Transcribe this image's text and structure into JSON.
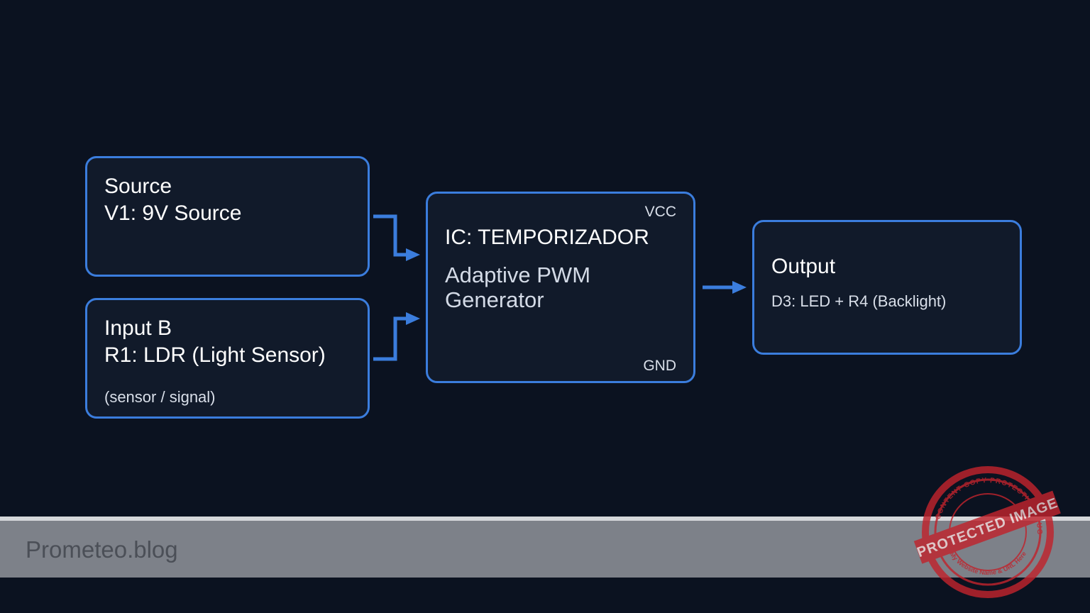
{
  "blocks": {
    "source": {
      "title": "Source",
      "line1": "V1: 9V Source"
    },
    "input_b": {
      "title": "Input B",
      "line1": "R1: LDR (Light Sensor)",
      "note": "(sensor / signal)"
    },
    "ic": {
      "pin_top": "VCC",
      "title": "IC: TEMPORIZADOR",
      "line1": "Adaptive PWM",
      "line2": "Generator",
      "pin_bottom": "GND"
    },
    "output": {
      "title": "Output",
      "line1": "D3: LED + R4 (Backlight)"
    }
  },
  "footer": {
    "site": "Prometeo.blog"
  },
  "stamp": {
    "text": "PROTECTED IMAGE",
    "ring_top": "CONTENT COPY PROTECTION PLUGIN",
    "ring_bottom": "My Website Name & URL Here"
  },
  "colors": {
    "accent": "#3b7ddd",
    "background": "#0b1220",
    "block_fill": "#111a2a",
    "stamp": "#c0242d",
    "footer": "#7d8189"
  }
}
